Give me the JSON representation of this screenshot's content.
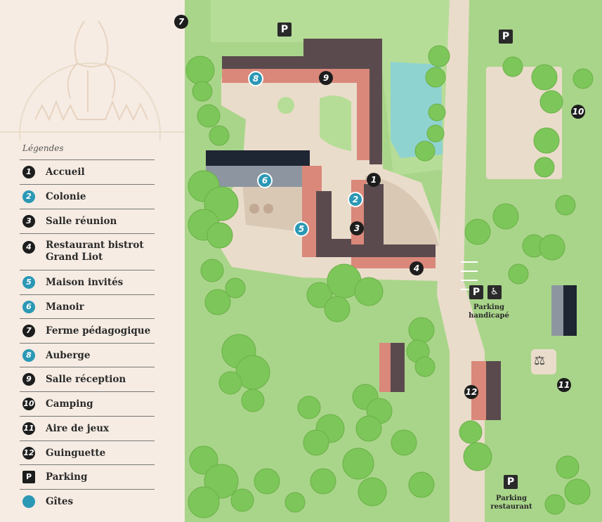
{
  "legend": {
    "title": "Légendes",
    "items": [
      {
        "badge": "1",
        "style": "dark",
        "label": "Accueil"
      },
      {
        "badge": "2",
        "style": "teal",
        "label": "Colonie"
      },
      {
        "badge": "3",
        "style": "dark",
        "label": "Salle réunion"
      },
      {
        "badge": "4",
        "style": "dark",
        "label": "Restaurant bistrot Grand Liot"
      },
      {
        "badge": "5",
        "style": "teal",
        "label": "Maison invités"
      },
      {
        "badge": "6",
        "style": "teal",
        "label": "Manoir"
      },
      {
        "badge": "7",
        "style": "dark",
        "label": "Ferme pédagogique"
      },
      {
        "badge": "8",
        "style": "teal",
        "label": "Auberge"
      },
      {
        "badge": "9",
        "style": "dark",
        "label": "Salle réception"
      },
      {
        "badge": "10",
        "style": "dark",
        "label": "Camping"
      },
      {
        "badge": "11",
        "style": "dark",
        "label": "Aire de jeux"
      },
      {
        "badge": "12",
        "style": "dark",
        "label": "Guinguette"
      },
      {
        "badge": "P",
        "style": "square",
        "label": "Parking"
      },
      {
        "badge": "",
        "style": "teal-dot",
        "label": "Gîtes"
      }
    ]
  },
  "map": {
    "pins": [
      "1",
      "2",
      "3",
      "4",
      "5",
      "6",
      "7",
      "8",
      "9",
      "10",
      "11",
      "12"
    ],
    "parking_symbol": "P",
    "accessible_icon": "wheelchair-icon",
    "playground_icon": "seesaw-icon",
    "labels": {
      "parking_handicape": "Parking handicapé",
      "parking_restaurant": "Parking restaurant"
    }
  },
  "colors": {
    "grass": "#a9d58a",
    "path": "#eadccb",
    "roof_dark": "#5a4a4e",
    "wall_pink": "#d9887a",
    "water": "#8fd3d0",
    "tree": "#7dc65a",
    "legend_bg": "#f6ece3",
    "teal_badge": "#2b98b5"
  }
}
